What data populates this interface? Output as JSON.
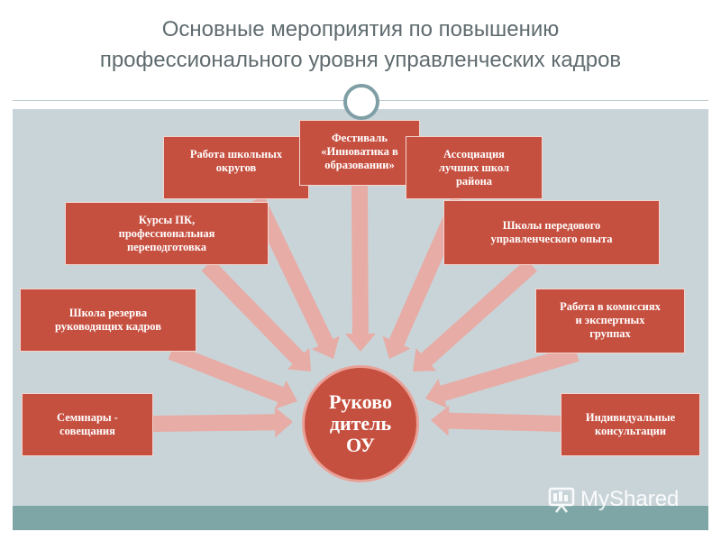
{
  "slide": {
    "title": "Основные мероприятия по повышению\nпрофессионального уровня управленческих кадров"
  },
  "diagram": {
    "center": "Руково\nдитель\nОУ",
    "items": [
      {
        "id": "seminars",
        "label": "Семинары -\nсовещания"
      },
      {
        "id": "reserve-school",
        "label": "Школа резерва\nруководящих кадров"
      },
      {
        "id": "courses",
        "label": "Курсы ПК,\nпрофессиональная\nпереподготовка"
      },
      {
        "id": "districts",
        "label": "Работа школьных\nокругов"
      },
      {
        "id": "festival",
        "label": "Фестиваль\n«Инноватика в\nобразовании»"
      },
      {
        "id": "association",
        "label": "Ассоциация\nлучших школ\nрайона"
      },
      {
        "id": "advanced-schools",
        "label": "Школы передового\nуправленческого опыта"
      },
      {
        "id": "commissions",
        "label": "Работа в комиссиях\nи экспертных\nгруппах"
      },
      {
        "id": "consultations",
        "label": "Индивидуальные\nконсультации"
      }
    ]
  },
  "watermark": {
    "text": "MyShared"
  },
  "colors": {
    "box_fill": "#c65040",
    "arrow_fill": "#e9aaa2",
    "panel": "#c9d4d9",
    "strip": "#7fa6a6"
  }
}
